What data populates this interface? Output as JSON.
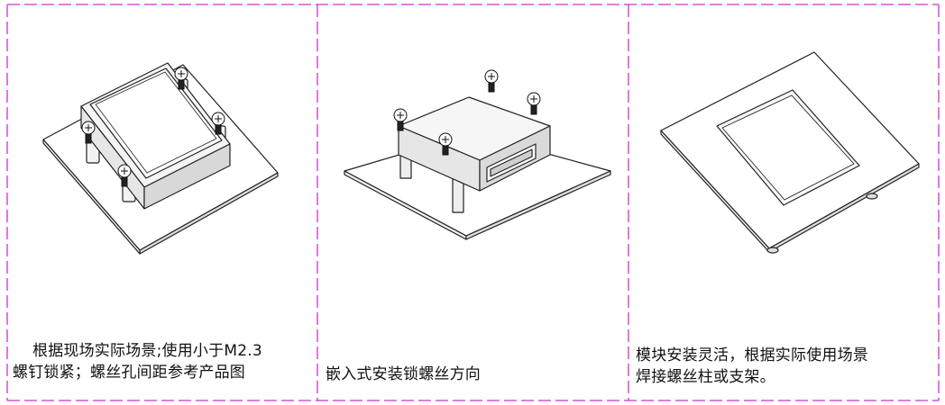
{
  "panels": [
    {
      "id": "surface-mount",
      "caption_lines": [
        "根据现场实际场景;使用小于M2.3",
        "螺钉锁紧；螺丝孔间距参考产品图"
      ]
    },
    {
      "id": "embedded-mount",
      "caption_lines": [
        "嵌入式安装锁螺丝方向"
      ]
    },
    {
      "id": "flexible-mount",
      "caption_lines": [
        "模块安装灵活，根据实际使用场景",
        "焊接螺丝柱或支架。"
      ]
    }
  ],
  "colors": {
    "border": "#cc33cc",
    "line": "#222222",
    "text": "#111111"
  }
}
